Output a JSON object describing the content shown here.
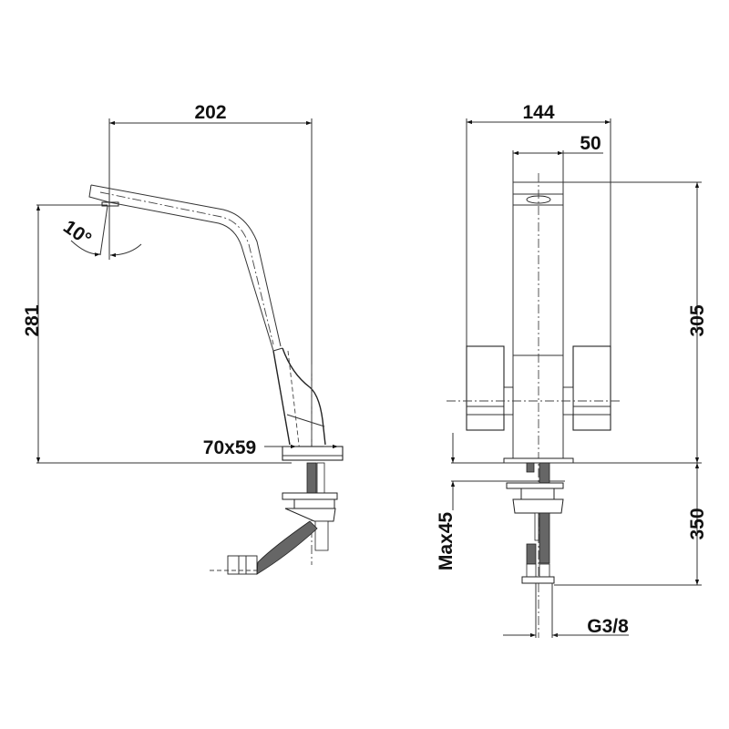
{
  "drawing": {
    "title": "Kitchen faucet dimension drawing",
    "side_view": {
      "dimensions": {
        "reach": "202",
        "height": "281",
        "swivel_angle": "10°",
        "base": "70x59"
      }
    },
    "front_view": {
      "dimensions": {
        "total_width": "144",
        "body_width": "50",
        "height": "305",
        "hose_length": "350",
        "max_counter_thickness": "Max45",
        "connection_thread": "G3/8"
      }
    }
  },
  "colors": {
    "line": "#333333",
    "text": "#111111",
    "background": "#ffffff"
  }
}
